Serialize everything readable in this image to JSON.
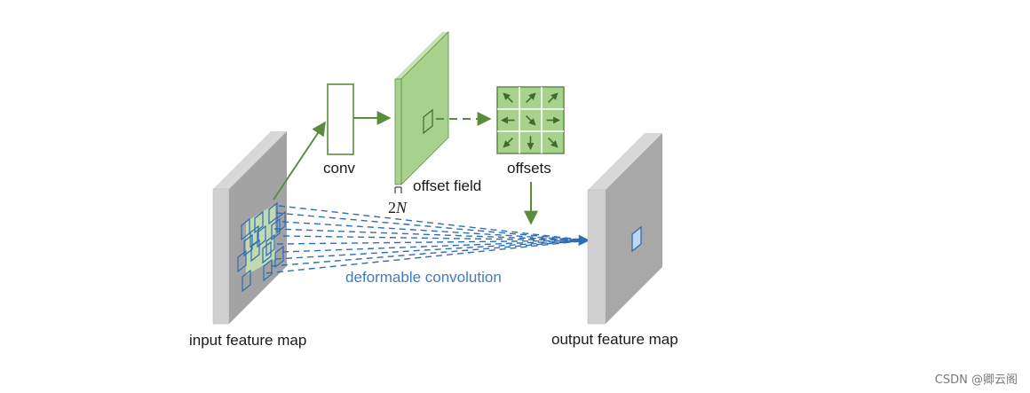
{
  "labels": {
    "conv": "conv",
    "offset_field": "offset field",
    "two_n_coef": "2",
    "two_n_var": "N",
    "offsets": "offsets",
    "deformable_convolution": "deformable convolution",
    "input_feature_map": "input feature map",
    "output_feature_map": "output feature map"
  },
  "watermark": "CSDN @卿云阁",
  "colors": {
    "green": "#5b8c3e",
    "green_fill": "#a9d18e",
    "green_light": "#c5e0b4",
    "blue": "#2e6db4",
    "blue_text": "#3f7cc0",
    "gray_face": "#c2c2c2",
    "gray_side": "#9e9e9e",
    "gray_top": "#d8d8d8"
  },
  "offset_arrow_directions": [
    "up-left",
    "up-right",
    "up-right",
    "left",
    "down-right",
    "right",
    "down-left",
    "down",
    "down-right"
  ]
}
